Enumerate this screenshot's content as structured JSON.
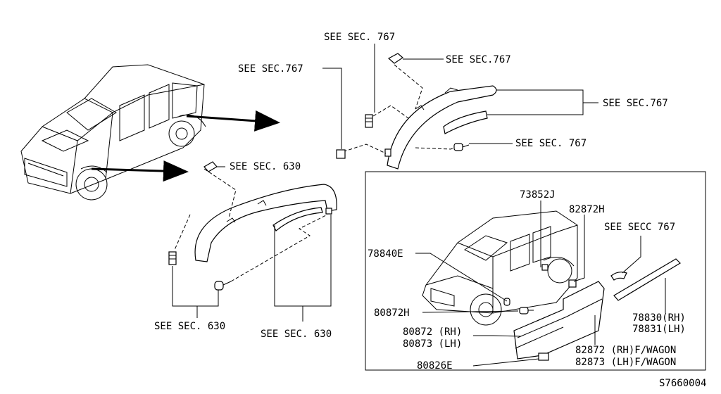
{
  "diagram_id": "S7660004",
  "labels": {
    "see_767_top": "SEE SEC. 767",
    "see_767_clip": "SEE SEC.767",
    "see_767_left": "SEE SEC.767",
    "see_767_right": "SEE SEC.767",
    "see_767_bolt": "SEE SEC. 767",
    "see_630_clip": "SEE SEC. 630",
    "see_630_bottom_left": "SEE SEC. 630",
    "see_630_bottom_right": "SEE SEC. 630",
    "p73852j": "73852J",
    "p82872h": "82872H",
    "see_secc_767": "SEE SECC 767",
    "p78840e": "78840E",
    "p80872h": "80872H",
    "p78830": "78830(RH)",
    "p78831": "78831(LH)",
    "p80872": "80872 (RH)",
    "p80873": "80873 (LH)",
    "p82872": "82872 (RH)F/WAGON",
    "p82873": "82873 (LH)F/WAGON",
    "p80826e": "80826E"
  }
}
